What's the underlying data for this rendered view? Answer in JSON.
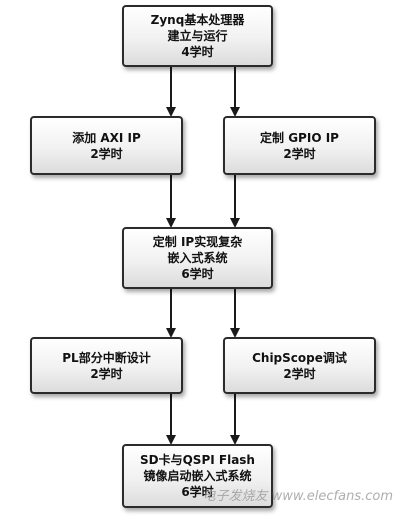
{
  "nodes": {
    "n1": {
      "lines": [
        "Zynq基本处理器",
        "建立与运行",
        "4学时"
      ]
    },
    "n2": {
      "lines": [
        "添加 AXI IP",
        "2学时"
      ]
    },
    "n3": {
      "lines": [
        "定制 GPIO IP",
        "2学时"
      ]
    },
    "n4": {
      "lines": [
        "定制 IP实现复杂",
        "嵌入式系统",
        "6学时"
      ]
    },
    "n5": {
      "lines": [
        "PL部分中断设计",
        "2学时"
      ]
    },
    "n6": {
      "lines": [
        "ChipScope调试",
        "2学时"
      ]
    },
    "n7": {
      "lines": [
        "SD卡与QSPI Flash",
        "镜像启动嵌入式系统",
        "6学时"
      ]
    }
  },
  "edges": [
    {
      "from": "n1",
      "to": "n2"
    },
    {
      "from": "n1",
      "to": "n3"
    },
    {
      "from": "n2",
      "to": "n4"
    },
    {
      "from": "n3",
      "to": "n4"
    },
    {
      "from": "n4",
      "to": "n5"
    },
    {
      "from": "n4",
      "to": "n6"
    },
    {
      "from": "n5",
      "to": "n7"
    },
    {
      "from": "n6",
      "to": "n7"
    }
  ],
  "watermark": {
    "text": "电子发烧友 www.elecfans.com"
  }
}
